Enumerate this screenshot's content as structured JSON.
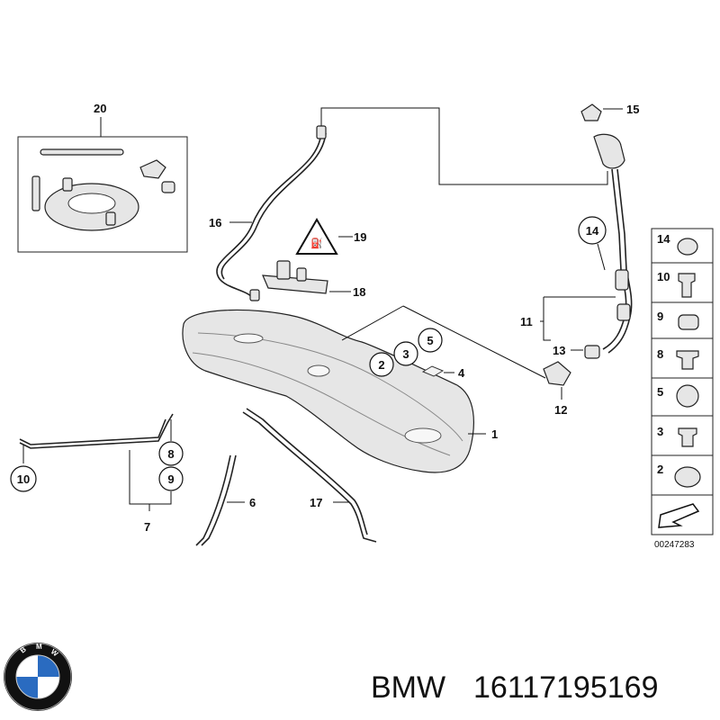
{
  "callouts": {
    "c1": "1",
    "c2": "2",
    "c3": "3",
    "c4": "4",
    "c5": "5",
    "c6": "6",
    "c7": "7",
    "c8": "8",
    "c9": "9",
    "c10": "10",
    "c11": "11",
    "c12": "12",
    "c13": "13",
    "c14": "14",
    "c15": "15",
    "c16": "16",
    "c17": "17",
    "c18": "18",
    "c19": "19",
    "c20": "20"
  },
  "sidebar": {
    "items": [
      "14",
      "10",
      "9",
      "8",
      "5",
      "3",
      "2"
    ]
  },
  "catalog_number": "00247283",
  "caption": {
    "brand": "BMW",
    "part_number": "16117195169"
  },
  "colors": {
    "ink": "#111111",
    "part_fill": "#e6e6e6",
    "logo_blue": "#2a6bc0",
    "logo_ring": "#111111"
  }
}
